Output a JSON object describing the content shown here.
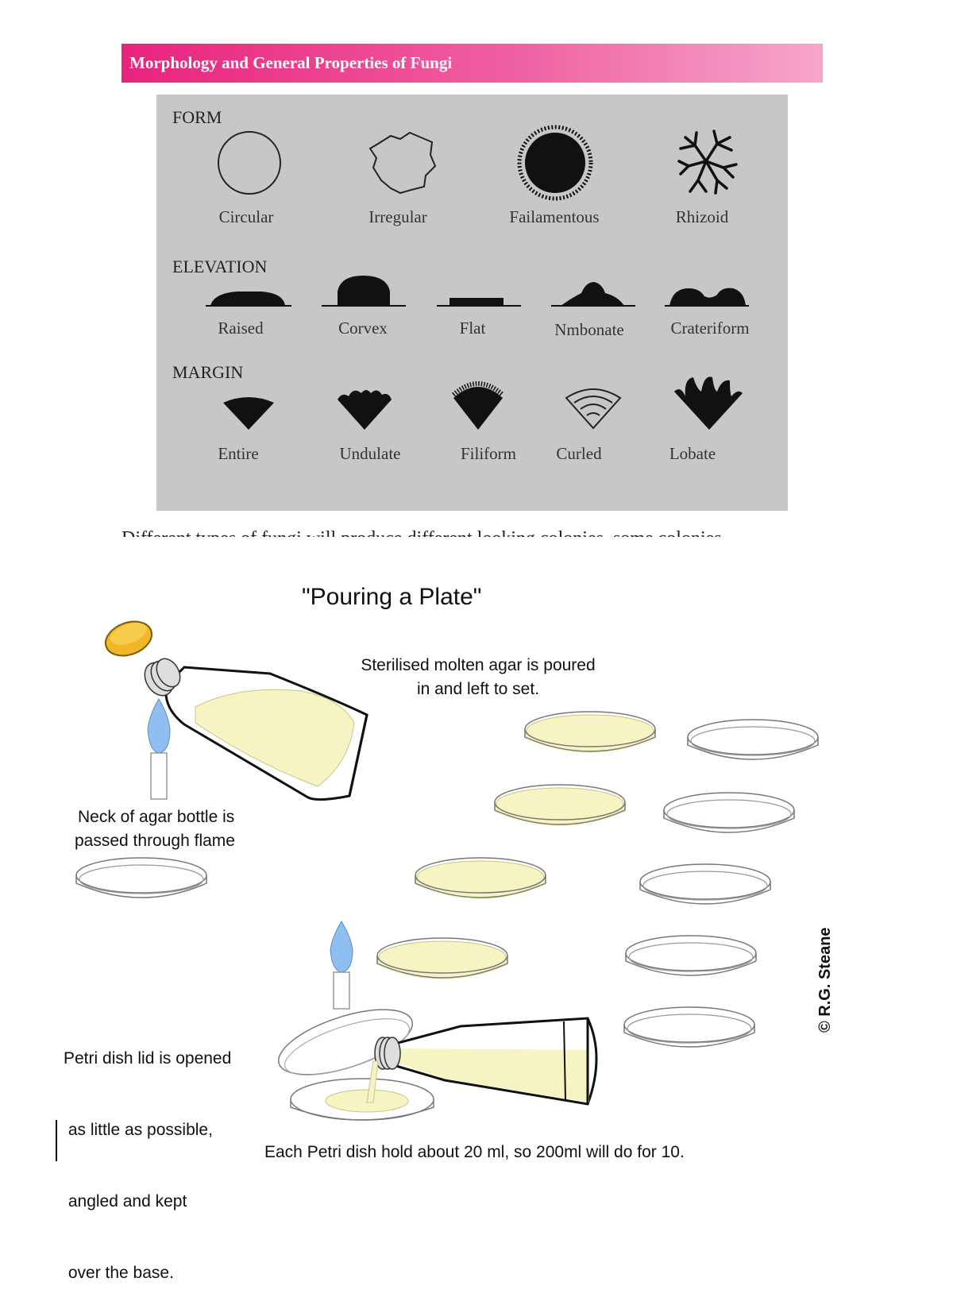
{
  "header": {
    "title": "Morphology and General Properties of Fungi"
  },
  "morphology": {
    "form": {
      "title": "FORM",
      "items": [
        "Circular",
        "Irregular",
        "Failamentous",
        "Rhizoid"
      ]
    },
    "elevation": {
      "title": "ELEVATION",
      "items": [
        "Raised",
        "Corvex",
        "Flat",
        "Nmbonate",
        "Crateriform"
      ]
    },
    "margin": {
      "title": "MARGIN",
      "items": [
        "Entire",
        "Undulate",
        "Filiform",
        "Curled",
        "Lobate"
      ]
    }
  },
  "cut_text": "Different types of fungi will produce different looking colonies, some colonies",
  "pouring": {
    "title": "\"Pouring a Plate\"",
    "agar_note": [
      "Sterilised molten agar is poured",
      "in and left to set."
    ],
    "neck_note": [
      "Neck of agar bottle is",
      "passed through flame"
    ],
    "lid_note": [
      "Petri dish lid is opened",
      " as little as possible,",
      " angled and kept",
      " over the base."
    ],
    "footer": "Each Petri dish hold about 20 ml, so 200ml will do for 10.",
    "copyright": "© R.G. Steane"
  },
  "colors": {
    "header_start": "#e8237e",
    "header_end": "#f6a6cb",
    "panel": "#c7c7c7",
    "agar": "#f7f4c4",
    "flame": "#8fbff0",
    "cap": "#f2b728"
  }
}
